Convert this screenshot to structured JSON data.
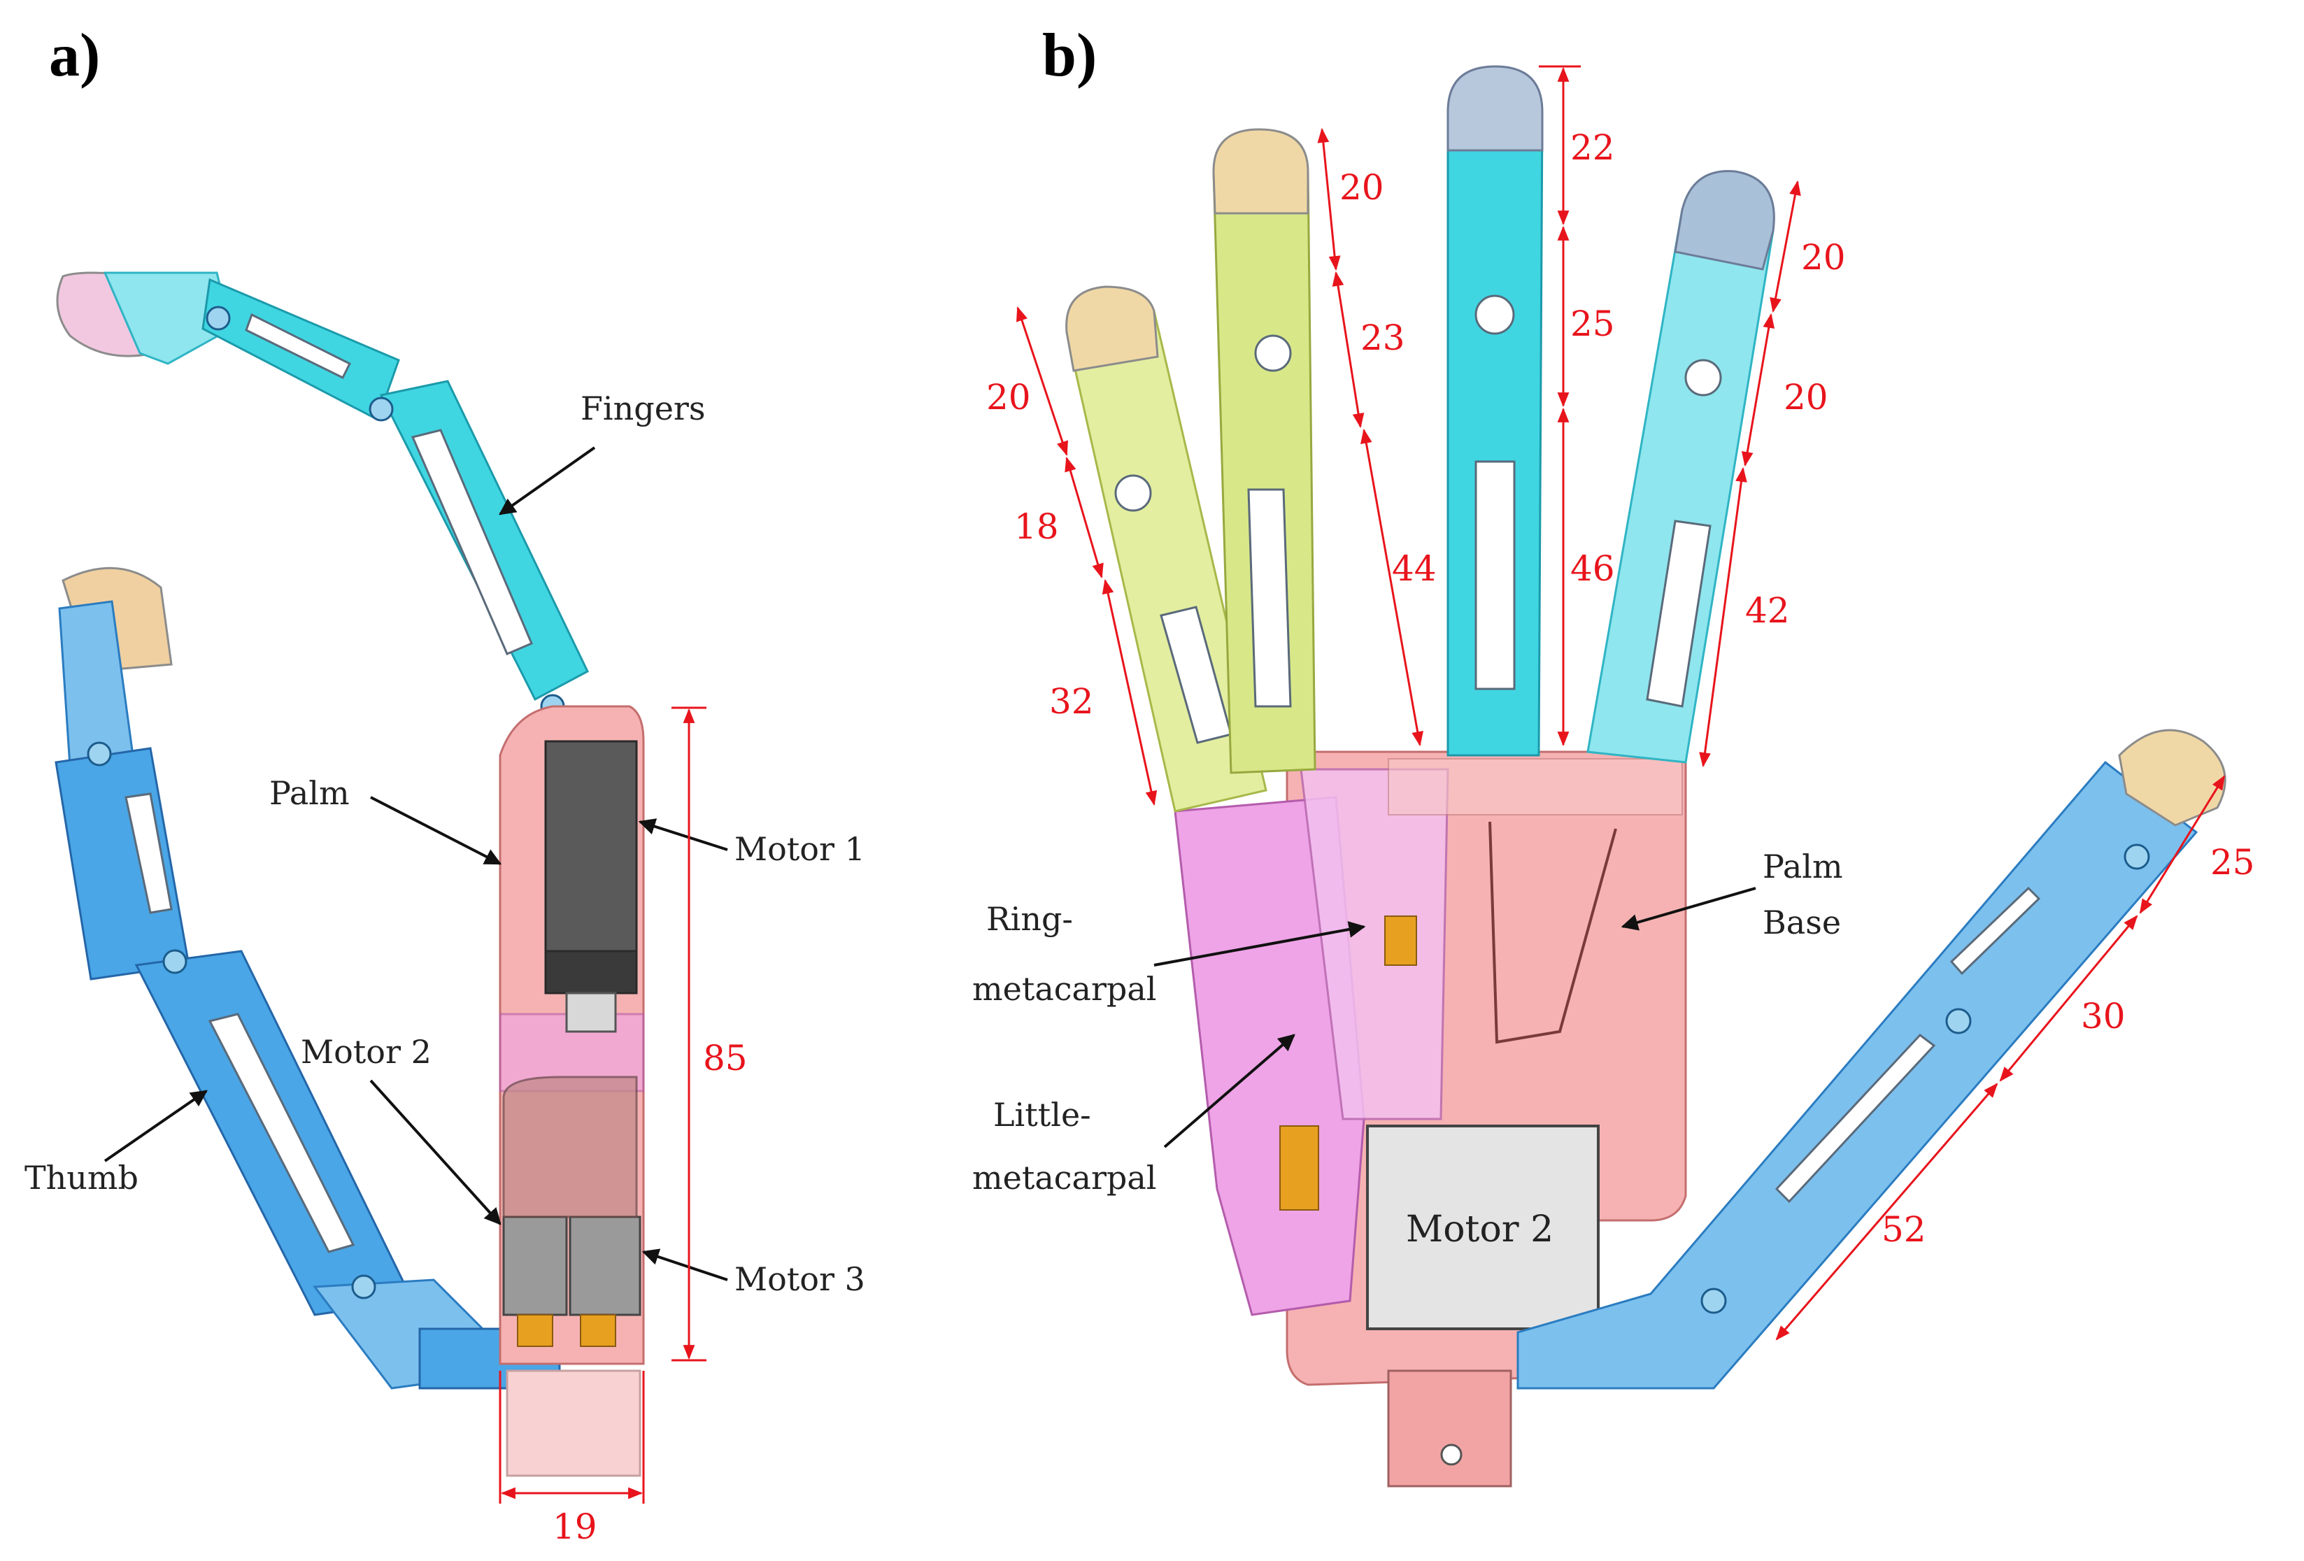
{
  "panels": {
    "a": {
      "label": "a)"
    },
    "b": {
      "label": "b)"
    }
  },
  "callouts_a": {
    "fingers": "Fingers",
    "palm": "Palm",
    "motor1": "Motor 1",
    "motor2": "Motor 2",
    "motor3": "Motor 3",
    "thumb": "Thumb"
  },
  "dims_a": {
    "height": "85",
    "width": "19"
  },
  "callouts_b": {
    "ring_1": "Ring-",
    "ring_2": "metacarpal",
    "little_1": "Little-",
    "little_2": "metacarpal",
    "palmbase_1": "Palm",
    "palmbase_2": "Base",
    "motor2": "Motor 2"
  },
  "dims_b": {
    "little": [
      "20",
      "18",
      "32"
    ],
    "ring": [
      "20",
      "23",
      "44"
    ],
    "middle": [
      "22",
      "25",
      "46"
    ],
    "index": [
      "20",
      "20",
      "42"
    ],
    "thumb": [
      "25",
      "30",
      "52"
    ]
  },
  "colors": {
    "dimension": "#e8141c",
    "finger_cyan": "#3fd6e2",
    "thumb_blue": "#4aa6e6",
    "finger_yellow": "#d8e888",
    "palm_pink": "#f6b2b2",
    "metacarpal_magenta": "#eea4e6",
    "motor_grey": "#9a9a9a"
  }
}
